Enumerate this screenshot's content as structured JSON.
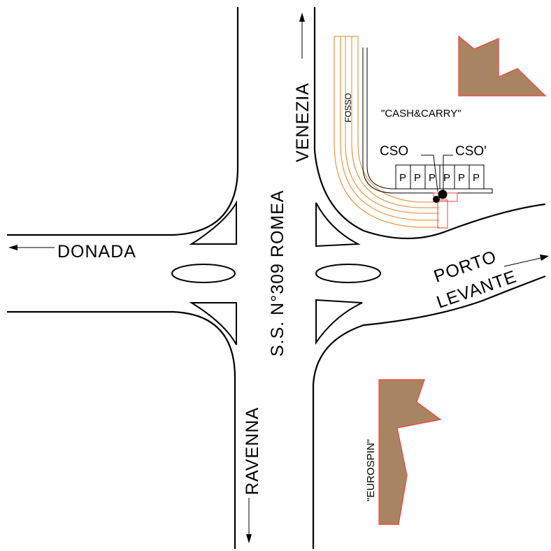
{
  "roads": {
    "north": "VENEZIA",
    "west": "DONADA",
    "south": "RAVENNA",
    "east_line1": "PORTO",
    "east_line2": "LEVANTE",
    "main_road": "S.S. N°309 ROMEA"
  },
  "features": {
    "ditch": "FOSSO",
    "cash_and_carry": "\"CASH&CARRY\"",
    "eurospin": "\"EUROSPIN\"",
    "cso_left": "CSO",
    "cso_right": "CSO'",
    "parking_symbol": "P"
  },
  "colors": {
    "building_fill": "#a88462",
    "building_outline": "#ff3b3b",
    "ditch": "#f07f1f",
    "line": "#000000"
  }
}
